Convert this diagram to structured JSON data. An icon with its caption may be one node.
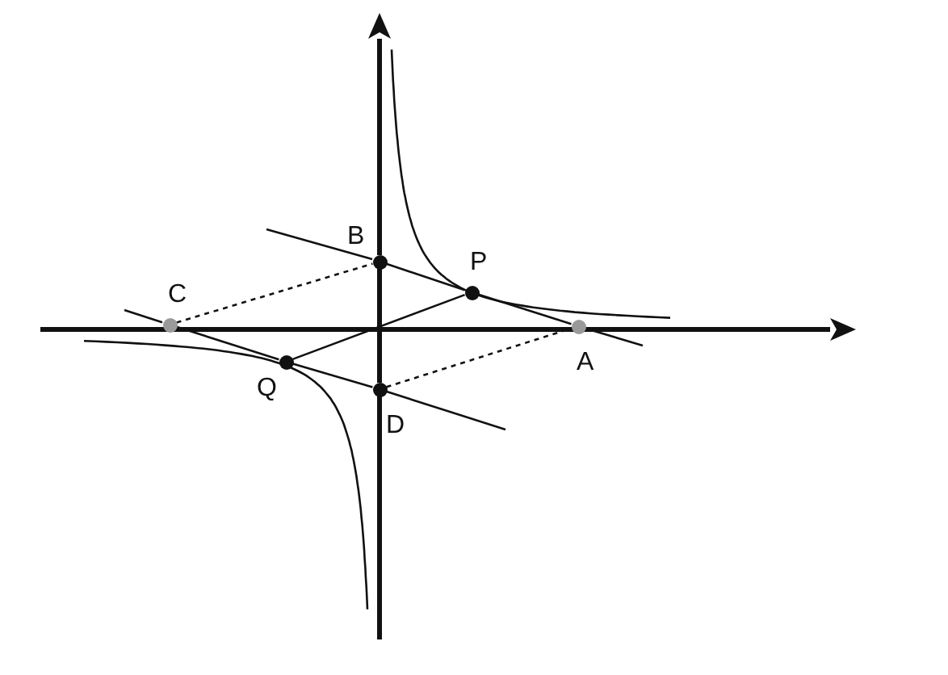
{
  "diagram": {
    "nodes": [
      {
        "text": [],
        "shape": "circle",
        "beside": [
          "C"
        ]
      },
      {
        "text": [],
        "shape": "circle",
        "beside": [
          "Q"
        ]
      },
      {
        "text": [],
        "shape": "circle",
        "beside": [
          "B"
        ]
      },
      {
        "text": [],
        "shape": "circle",
        "beside": [
          "D"
        ]
      },
      {
        "text": [],
        "shape": "circle",
        "beside": [
          "P"
        ]
      },
      {
        "text": [],
        "shape": "circle",
        "beside": [
          "A"
        ]
      }
    ],
    "edges": [
      {
        "from": 0,
        "to": 1,
        "arrow": "none"
      },
      {
        "from": 1,
        "to": 3,
        "arrow": "none"
      },
      {
        "from": 2,
        "to": 4,
        "arrow": "none"
      },
      {
        "from": 4,
        "to": 5,
        "arrow": "none"
      },
      {
        "from": 1,
        "to": 4,
        "arrow": "none"
      },
      {
        "from": 0,
        "to": 2,
        "arrow": "none",
        "style": "dashed"
      },
      {
        "from": 3,
        "to": 5,
        "arrow": "none",
        "style": "dashed"
      }
    ]
  }
}
